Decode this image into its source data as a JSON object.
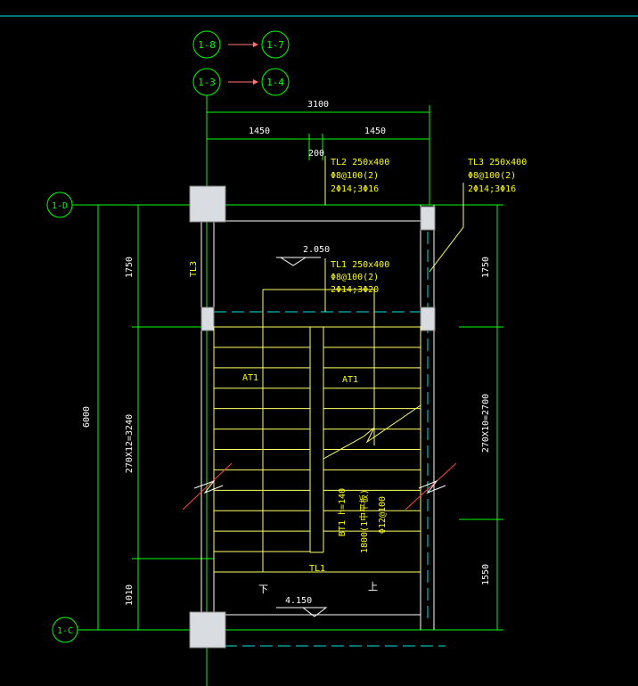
{
  "colors": {
    "background": "#000000",
    "axis_line": "#00e5e5",
    "bubble": "#00ff00",
    "dimension": "#00ff00",
    "wall": "#ffffff",
    "stair": "#ffff66",
    "annotation": "#ffff00",
    "column_fill": "#d9dde2",
    "break_mark": "#ff4444",
    "arrow": "#ff7777",
    "elev_tri": "#ffffff"
  },
  "axis_bubbles": {
    "top_row1": [
      "1-8",
      "1-7"
    ],
    "top_row2": [
      "1-3",
      "1-4"
    ],
    "left": [
      "1-D",
      "1-C"
    ]
  },
  "dimensions": {
    "total_width": "3100",
    "left_half": "1450",
    "right_half": "1450",
    "gap": "200",
    "total_height": "6000",
    "left_top": "1750",
    "left_mid": "270X12=3240",
    "left_bottom": "1010",
    "right_top": "1750",
    "right_mid": "270X10=2700",
    "right_bottom": "1550"
  },
  "annotations": {
    "tl2": [
      "TL2 250x400",
      "Φ8@100(2)",
      "2Φ14;3Φ16"
    ],
    "tl3_right": [
      "TL3 250x400",
      "Φ8@100(2)",
      "2Φ14;3Φ16"
    ],
    "tl1": [
      "TL1 250x400",
      "Φ8@100(2)",
      "2Φ14;3Φ20"
    ],
    "tl3_side": "TL3",
    "elevation_top": "2.050",
    "elevation_bottom": "4.150",
    "stair_left": "AT1",
    "stair_right": "AT1",
    "tl1_bottom": "TL1",
    "down": "下",
    "up": "上",
    "bt1": "BT1 h=140",
    "bt1_dim": "1800(1中平板)",
    "bt1_rebar": "Φ12@100"
  }
}
